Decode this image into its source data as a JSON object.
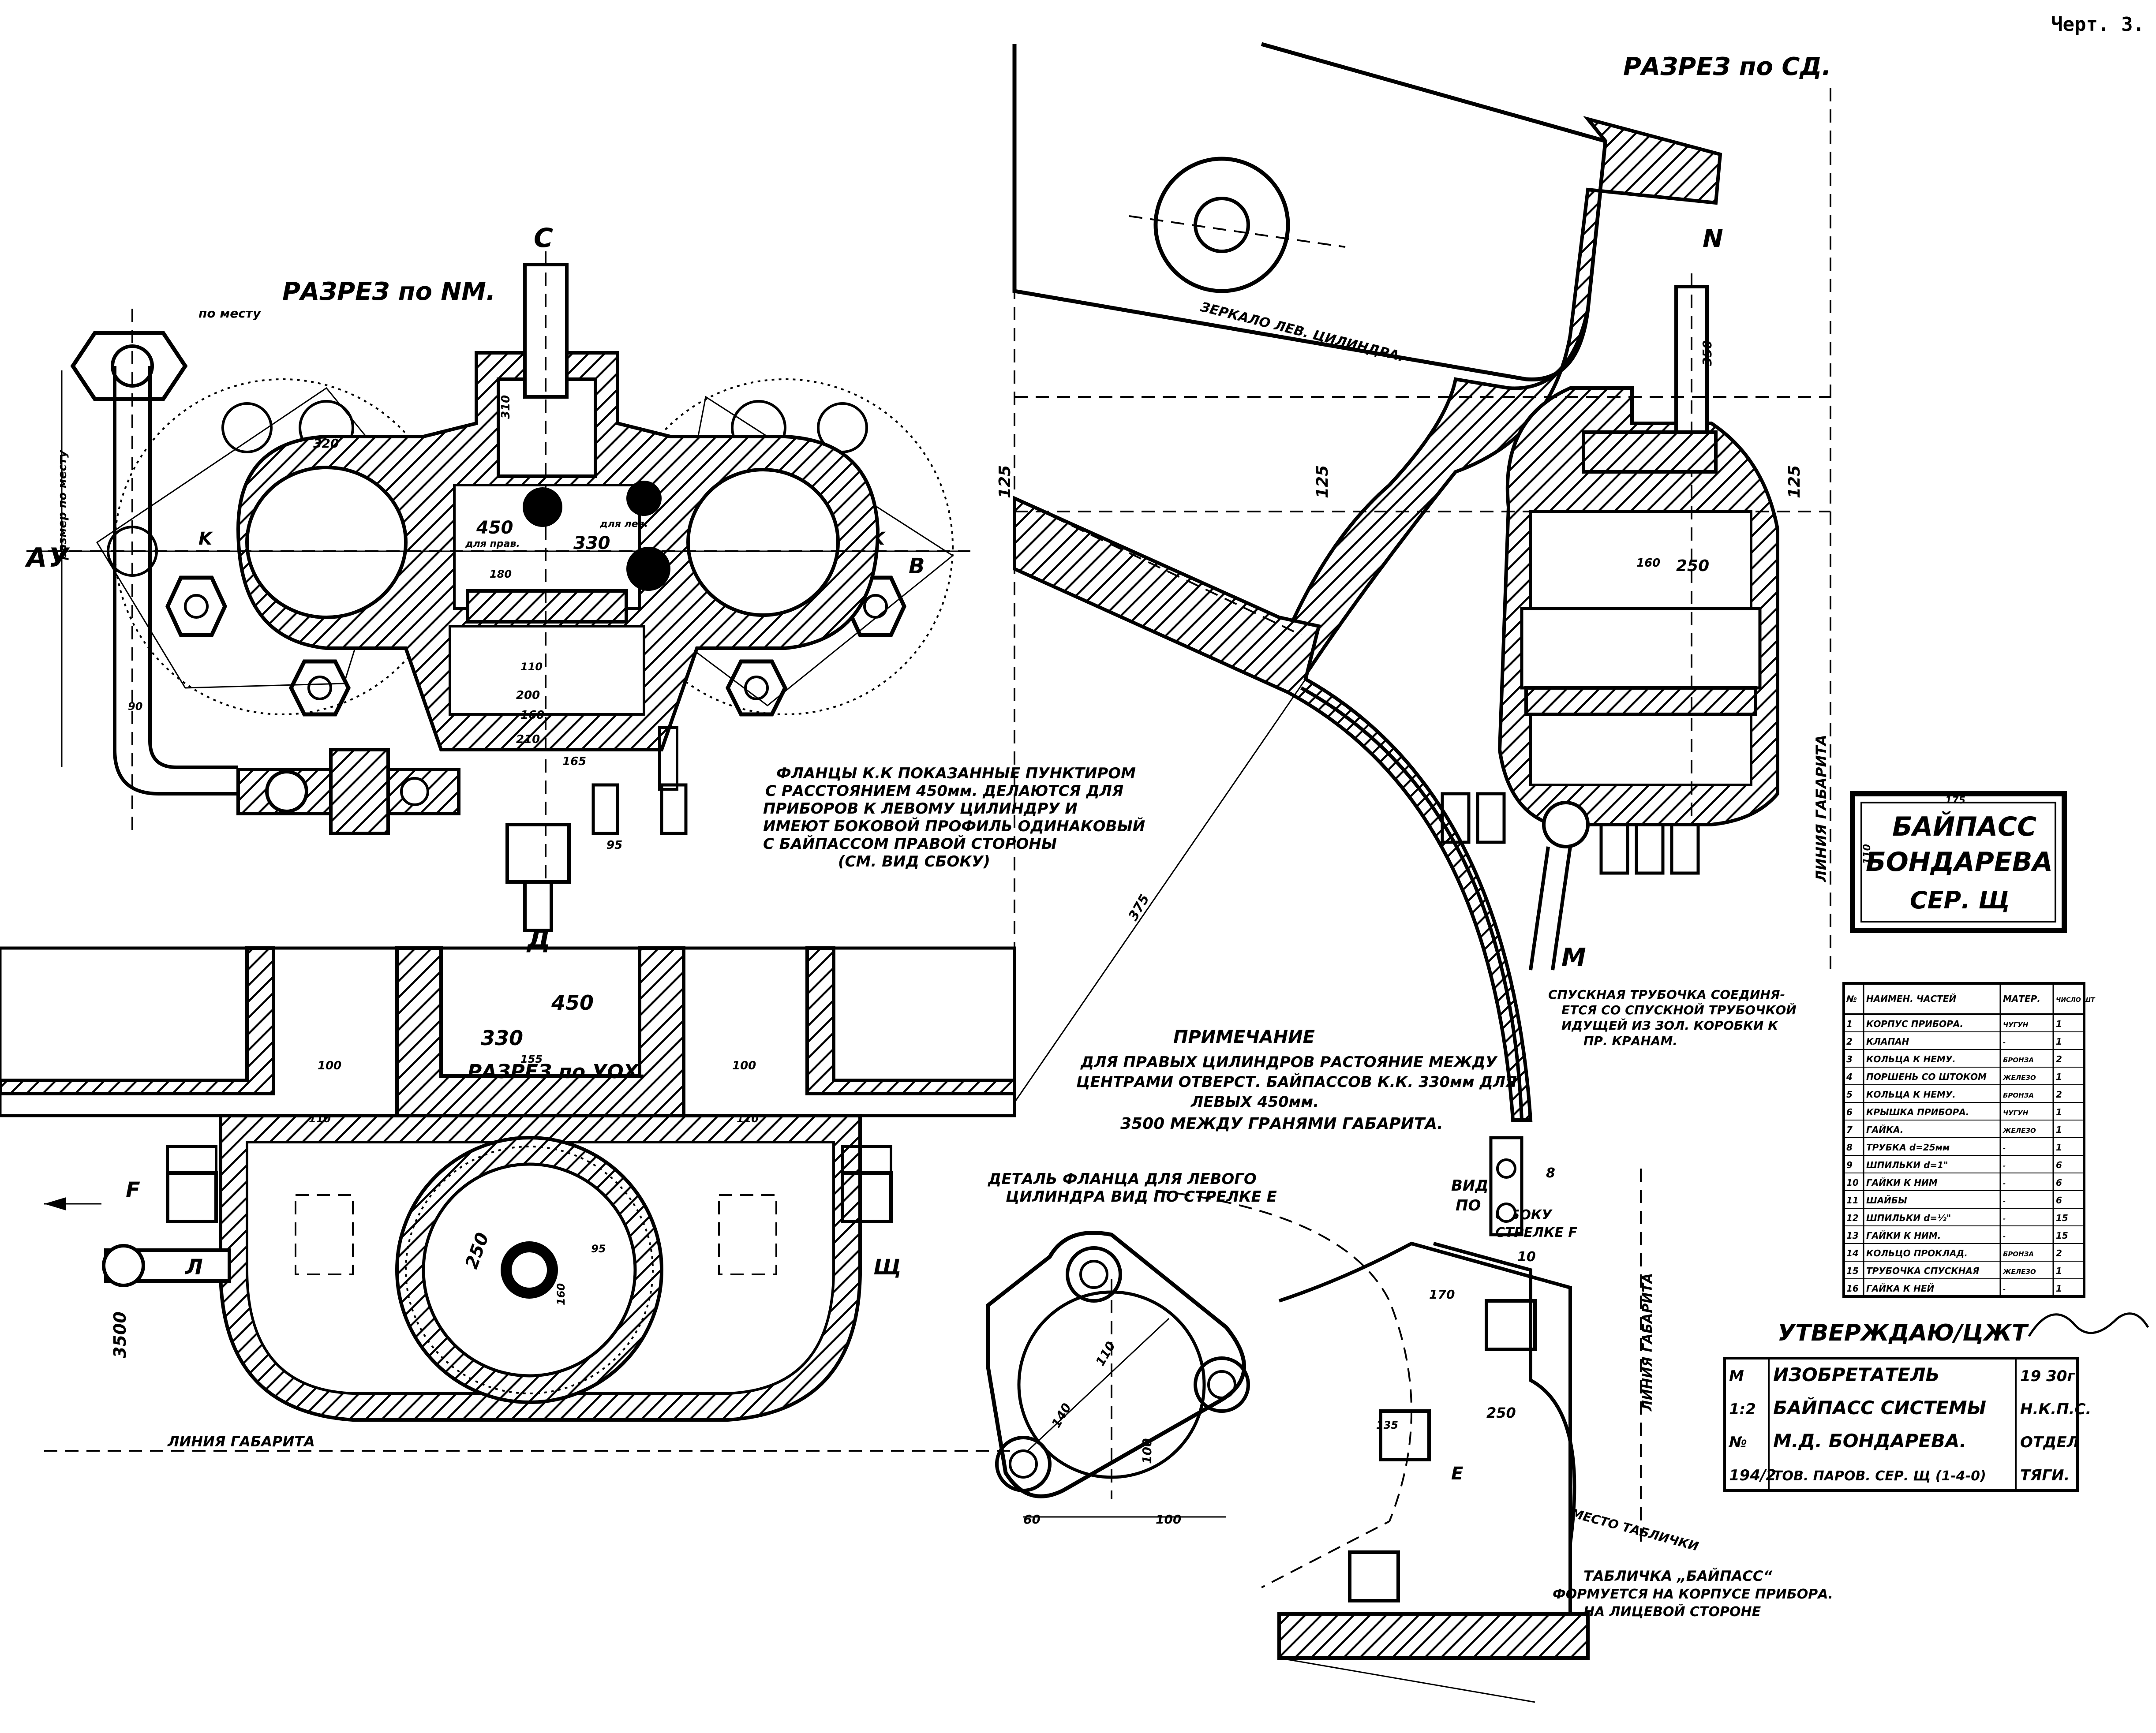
{
  "sheet_label": "Черт. 3.",
  "views": {
    "section_nm": {
      "title": "РАЗРЕЗ по NM.",
      "label_c": "C",
      "label_d": "Д",
      "label_a": "A",
      "label_y": "У",
      "label_b": "B",
      "label_k_left": "K",
      "label_k_right": "K",
      "dim_po_mestu": "по месту",
      "dim_razmer_po_mestu": "размер по месту",
      "dim_450": "450",
      "dim_450_note": "для прав.",
      "dim_330": "330",
      "dim_330_note": "для лев.",
      "dim_320": "320",
      "dim_310": "310",
      "dim_160": "160",
      "dim_200": "200",
      "dim_210": "210",
      "dim_165": "165",
      "dim_95": "95",
      "dim_180": "180",
      "dim_110": "110",
      "dim_90": "90"
    },
    "section_sd": {
      "title": "РАЗРЕЗ по СД.",
      "label_n": "N",
      "label_m": "M",
      "mirror_label": "ЗЕРКАЛО ЛЕВ. ЦИЛИНДРА.",
      "dim_125a": "125",
      "dim_125b": "125",
      "dim_125c": "125",
      "dim_250": "250",
      "dim_160": "160",
      "dim_350": "350",
      "dim_375": "375",
      "gabarit_line": "ЛИНИЯ ГАБАРИТА"
    },
    "section_udx": {
      "title": "РАЗРЕЗ по УОХ.",
      "dim_450": "450",
      "dim_330": "330",
      "dim_100_left": "100",
      "dim_100_right": "100",
      "dim_155": "155",
      "dim_110_left": "110",
      "dim_110_right": "110",
      "dim_250": "250",
      "dim_95": "95",
      "dim_160": "160",
      "dim_3500": "3500",
      "label_f": "F",
      "label_l": "Л",
      "label_sh": "Щ",
      "gabarit_line": "ЛИНИЯ ГАБАРИТА"
    },
    "detail_flange": {
      "title_line1": "ДЕТАЛЬ ФЛАНЦА ДЛЯ ЛЕВОГО",
      "title_line2": "ЦИЛИНДРА ВИД ПО СТРЕЛКЕ E",
      "dim_140": "140",
      "dim_110": "110",
      "dim_100a": "100",
      "dim_60": "60",
      "dim_100b": "100"
    },
    "view_f": {
      "title_line1": "ВИД",
      "title_line2": "ПО",
      "title_line3": "С БОКУ",
      "title_line4": "СТРЕЛКЕ F",
      "dim_8": "8",
      "dim_10": "10",
      "dim_170": "170",
      "dim_250": "250",
      "dim_135": "135",
      "label_e": "E",
      "plate_place": "МЕСТО ТАБЛИЧКИ",
      "gabarit_line": "ЛИНИЯ ГАБАРИТА"
    }
  },
  "notes": {
    "flange_note": [
      "ФЛАНЦЫ К.К ПОКАЗАННЫЕ ПУНКТИРОМ",
      "С РАССТОЯНИЕМ 450мм. ДЕЛАЮТСЯ ДЛЯ",
      "ПРИБОРОВ К ЛЕВОМУ ЦИЛИНДРУ И",
      "ИМЕЮТ БОКОВОЙ ПРОФИЛЬ ОДИНАКОВЫЙ",
      "С БАЙПАССОМ ПРАВОЙ СТОРОНЫ",
      "(СМ. ВИД СБОКУ)"
    ],
    "remark_title": "ПРИМЕЧАНИЕ",
    "remark_lines": [
      "ДЛЯ ПРАВЫХ ЦИЛИНДРОВ РАСТОЯНИЕ МЕЖДУ",
      "ЦЕНТРАМИ ОТВЕРСТ. БАЙПАССОВ К.К. 330мм ДЛЯ",
      "ЛЕВЫХ 450мм."
    ],
    "gabarit_span": "3500 МЕЖДУ ГРАНЯМИ ГАБАРИТА.",
    "drain_note": [
      "СПУСКНАЯ ТРУБОЧКА СОЕДИНЯ-",
      "ЕТСЯ СО СПУСКНОЙ ТРУБОЧКОЙ",
      "ИДУЩЕЙ ИЗ ЗОЛ. КОРОБКИ К",
      "ПР. КРАНАМ."
    ],
    "plate_note": [
      "ТАБЛИЧКА „БАЙПАСС“",
      "ФОРМУЕТСЯ НА КОРПУСЕ ПРИБОРА.",
      "НА ЛИЦЕВОЙ СТОРОНЕ"
    ]
  },
  "nameplate": {
    "line1": "БАЙПАСС",
    "line2": "БОНДАРЕВА",
    "line3": "СЕР. Щ",
    "dim_175": "175",
    "dim_110": "110"
  },
  "parts_table": {
    "headers": [
      "№",
      "НАИМЕН. ЧАСТЕЙ",
      "МАТЕР.",
      "ЧИСЛО ШТ"
    ],
    "rows": [
      [
        "1",
        "КОРПУС ПРИБОРА.",
        "ЧУГУН",
        "1"
      ],
      [
        "2",
        "КЛАПАН",
        "-",
        "1"
      ],
      [
        "3",
        "КОЛЬЦА К НЕМУ.",
        "БРОНЗА",
        "2"
      ],
      [
        "4",
        "ПОРШЕНЬ СО ШТОКОМ",
        "ЖЕЛЕЗО",
        "1"
      ],
      [
        "5",
        "КОЛЬЦА К НЕМУ.",
        "БРОНЗА",
        "2"
      ],
      [
        "6",
        "КРЫШКА ПРИБОРА.",
        "ЧУГУН",
        "1"
      ],
      [
        "7",
        "ГАЙКА.",
        "ЖЕЛЕЗО",
        "1"
      ],
      [
        "8",
        "ТРУБКА d=25мм",
        "-",
        "1"
      ],
      [
        "9",
        "ШПИЛЬКИ d=1\"",
        "-",
        "6"
      ],
      [
        "10",
        "ГАЙКИ К НИМ",
        "-",
        "6"
      ],
      [
        "11",
        "ШАЙБЫ",
        "-",
        "6"
      ],
      [
        "12",
        "ШПИЛЬКИ d=½\"",
        "-",
        "15"
      ],
      [
        "13",
        "ГАЙКИ К НИМ.",
        "-",
        "15"
      ],
      [
        "14",
        "КОЛЬЦО ПРОКЛАД.",
        "БРОНЗА",
        "2"
      ],
      [
        "15",
        "ТРУБОЧКА СПУСКНАЯ",
        "ЖЕЛЕЗО",
        "1"
      ],
      [
        "16",
        "ГАЙКА К НЕЙ",
        "-",
        "1"
      ]
    ]
  },
  "title_block": {
    "approve": "УТВЕРЖДАЮ/ЦЖТ",
    "cells": [
      [
        "М",
        "ИЗОБРЕТАТЕЛЬ",
        "19 30г."
      ],
      [
        "1:2",
        "БАЙПАСС СИСТЕМЫ",
        "Н.К.П.С."
      ],
      [
        "№",
        "М.Д. БОНДАРЕВА.",
        "ОТДЕЛ"
      ],
      [
        "194/2",
        "ТОВ. ПАРОВ. СЕР. Щ (1-4-0)",
        "ТЯГИ."
      ]
    ]
  }
}
